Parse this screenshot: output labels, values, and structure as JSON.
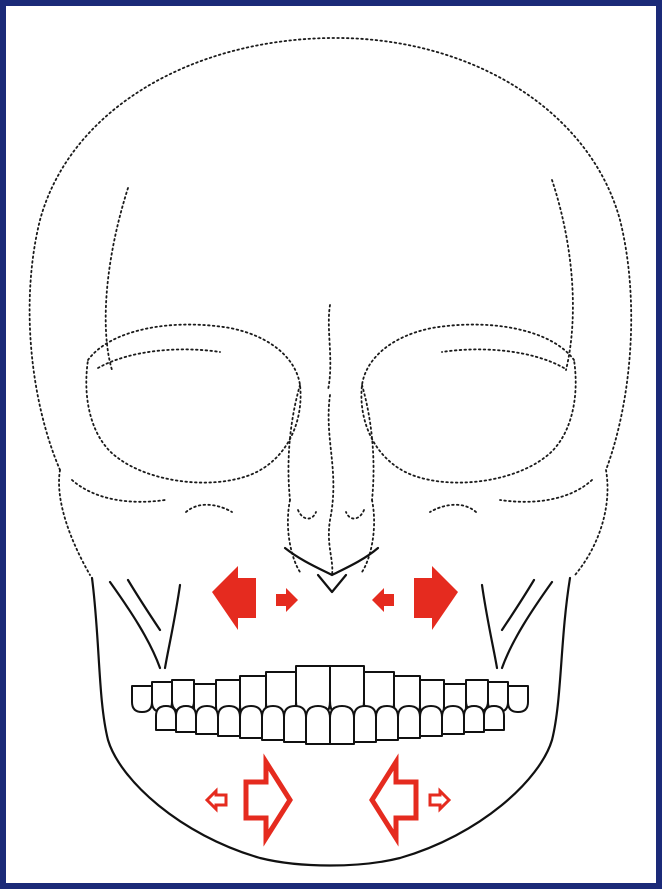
{
  "figure": {
    "subject": "skull-anterior-view",
    "colors": {
      "frame": "#1b2a78",
      "arrow": "#e52b1f",
      "line": "#111111"
    },
    "maxilla_arrows": [
      {
        "side": "left",
        "direction": "left",
        "style": "solid",
        "size": "large"
      },
      {
        "side": "left",
        "direction": "right",
        "style": "solid",
        "size": "small"
      },
      {
        "side": "right",
        "direction": "left",
        "style": "solid",
        "size": "small"
      },
      {
        "side": "right",
        "direction": "right",
        "style": "solid",
        "size": "large"
      }
    ],
    "mandible_arrows": [
      {
        "side": "left",
        "direction": "left",
        "style": "outline",
        "size": "small"
      },
      {
        "side": "left",
        "direction": "right",
        "style": "outline",
        "size": "large"
      },
      {
        "side": "right",
        "direction": "left",
        "style": "outline",
        "size": "large"
      },
      {
        "side": "right",
        "direction": "right",
        "style": "outline",
        "size": "small"
      }
    ]
  }
}
